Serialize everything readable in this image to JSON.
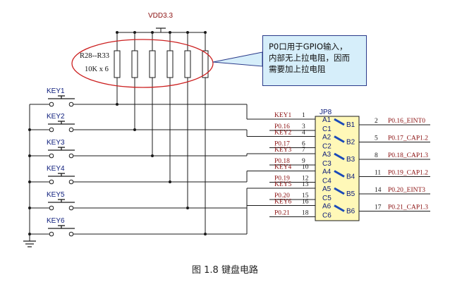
{
  "vdd_label": "VDD3.3",
  "resistor": {
    "ref": "R28--R33",
    "value": "10K x 6"
  },
  "callout": {
    "line1": "P0口用于GPIO输入，",
    "line2": "内部无上拉电阻，因而",
    "line3": "需要加上拉电阻"
  },
  "connector": {
    "ref": "JP8"
  },
  "keys": [
    {
      "label": "KEY1",
      "a_net": "KEY1",
      "a_num": "1",
      "c_net": "P0.16",
      "c_num": "3",
      "pin_a": "A1",
      "pin_c": "C1",
      "pin_b": "B1",
      "b_num": "2",
      "b_net": "P0.16_EINT0"
    },
    {
      "label": "KEY2",
      "a_net": "KEY2",
      "a_num": "4",
      "c_net": "P0.17",
      "c_num": "6",
      "pin_a": "A2",
      "pin_c": "C2",
      "pin_b": "B2",
      "b_num": "5",
      "b_net": "P0.17_CAP1.2"
    },
    {
      "label": "KEY3",
      "a_net": "KEY3",
      "a_num": "7",
      "c_net": "P0.18",
      "c_num": "9",
      "pin_a": "A3",
      "pin_c": "C3",
      "pin_b": "B3",
      "b_num": "8",
      "b_net": "P0.18_CAP1.3"
    },
    {
      "label": "KEY4",
      "a_net": "KEY4",
      "a_num": "10",
      "c_net": "P0.19",
      "c_num": "12",
      "pin_a": "A4",
      "pin_c": "C4",
      "pin_b": "B4",
      "b_num": "11",
      "b_net": "P0.19_CAP1.2"
    },
    {
      "label": "KEY5",
      "a_net": "KEY5",
      "a_num": "13",
      "c_net": "P0.20",
      "c_num": "15",
      "pin_a": "A5",
      "pin_c": "C5",
      "pin_b": "B5",
      "b_num": "14",
      "b_net": "P0.20_EINT3"
    },
    {
      "label": "KEY6",
      "a_net": "KEY6",
      "a_num": "16",
      "c_net": "P0.21",
      "c_num": "18",
      "pin_a": "A6",
      "pin_c": "C6",
      "pin_b": "B6",
      "b_num": "17",
      "b_net": "P0.21_CAP1.3"
    }
  ],
  "caption": "图 1.8    键盘电路",
  "colors": {
    "wire": "#1a1a1a",
    "net_label": "#8b1010",
    "pin_label": "#0a1a7a",
    "connector_fill": "#fff8b8",
    "callout_fill": "#d6eefa",
    "ellipse": "#cc2020"
  }
}
